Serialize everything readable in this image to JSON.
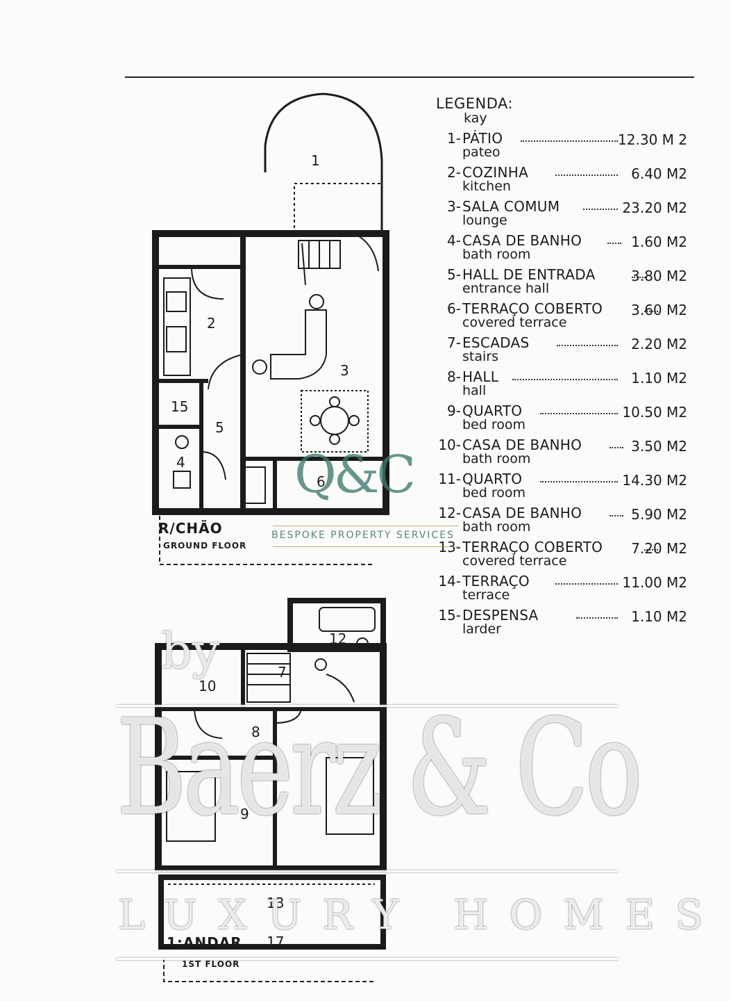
{
  "legend": {
    "title": "LEGENDA:",
    "subtitle": "kay",
    "items": [
      {
        "num": "1-",
        "name": "PÁTIO",
        "en": "pateo",
        "area": "12.30 M 2"
      },
      {
        "num": "2-",
        "name": "COZINHA",
        "en": "kitchen",
        "area": "6.40 M2"
      },
      {
        "num": "3-",
        "name": "SALA COMUM",
        "en": "lounge",
        "area": "23.20 M2"
      },
      {
        "num": "4-",
        "name": "CASA DE BANHO",
        "en": "bath room",
        "area": "1.60 M2"
      },
      {
        "num": "5-",
        "name": "HALL DE ENTRADA",
        "en": "entrance hall",
        "area": "3.80 M2"
      },
      {
        "num": "6-",
        "name": "TERRAÇO COBERTO",
        "en": "covered terrace",
        "area": "3.60 M2"
      },
      {
        "num": "7-",
        "name": "ESCADAS",
        "en": "stairs",
        "area": "2.20 M2"
      },
      {
        "num": "8-",
        "name": "HALL",
        "en": "hall",
        "area": "1.10 M2"
      },
      {
        "num": "9-",
        "name": "QUARTO",
        "en": "bed room",
        "area": "10.50 M2"
      },
      {
        "num": "10-",
        "name": "CASA DE BANHO",
        "en": "bath room",
        "area": "3.50 M2"
      },
      {
        "num": "11-",
        "name": "QUARTO",
        "en": "bed room",
        "area": "14.30 M2"
      },
      {
        "num": "12-",
        "name": "CASA DE BANHO",
        "en": "bath room",
        "area": "5.90 M2"
      },
      {
        "num": "13-",
        "name": "TERRAÇO COBERTO",
        "en": "covered terrace",
        "area": "7.20 M2"
      },
      {
        "num": "14-",
        "name": "TERRAÇO",
        "en": "terrace",
        "area": "11.00 M2"
      },
      {
        "num": "15-",
        "name": "DESPENSA",
        "en": "larder",
        "area": "1.10 M2"
      }
    ]
  },
  "ground_floor": {
    "label": "R/CHÃO",
    "sublabel": "GROUND FLOOR",
    "rooms": [
      "1",
      "2",
      "3",
      "4",
      "5",
      "6",
      "15"
    ]
  },
  "first_floor": {
    "label": "1:ANDAR",
    "sublabel": "1ST FLOOR",
    "rooms": [
      "7",
      "8",
      "9",
      "10",
      "12",
      "13",
      "17"
    ]
  },
  "watermarks": {
    "qc_logo": "Q&C",
    "qc_tagline": "BESPOKE PROPERTY SERVICES",
    "by": "by",
    "brand": "Baerz & Co",
    "luxury": "LUXURY HOMES"
  },
  "colors": {
    "ink": "#1b1b1b",
    "qc_green": "#3c786e",
    "qc_gold": "#b4965a"
  }
}
